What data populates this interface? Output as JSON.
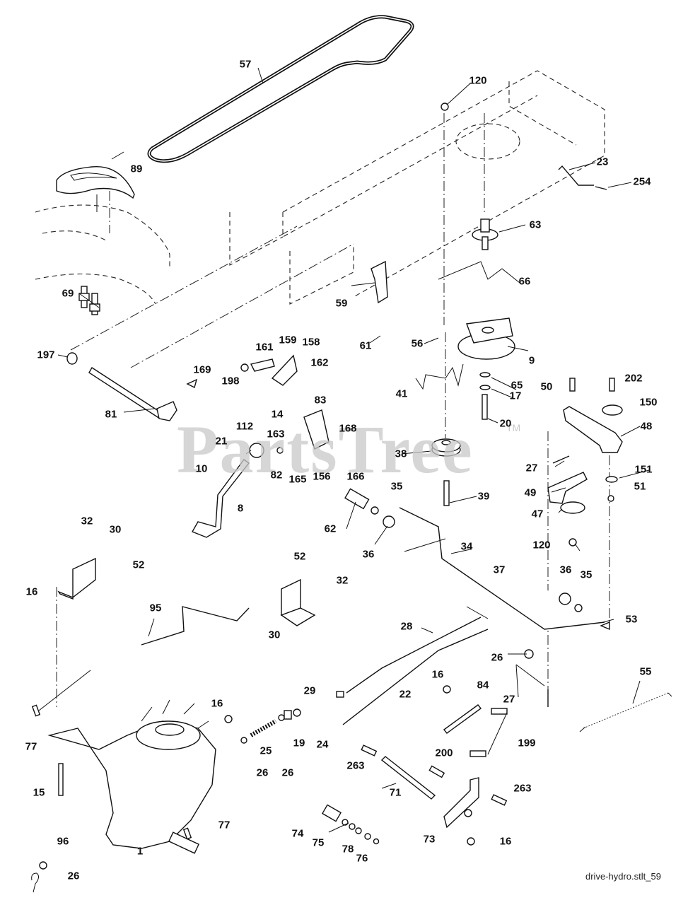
{
  "diagram": {
    "title": "drive-hydro.stlt_59",
    "watermark": "PartsTree",
    "watermark_mark": "TM",
    "subject": "Hydrostatic drive assembly exploded parts diagram",
    "callouts": [
      {
        "id": "57",
        "part": "drive belt"
      },
      {
        "id": "120",
        "part": "nut (top)"
      },
      {
        "id": "89",
        "part": "pedal pad"
      },
      {
        "id": "23",
        "part": "rod"
      },
      {
        "id": "254",
        "part": "screw"
      },
      {
        "id": "63",
        "part": "engine pulley"
      },
      {
        "id": "66",
        "part": "belt keeper wire"
      },
      {
        "id": "69",
        "part": "bolts"
      },
      {
        "id": "59",
        "part": "belt guide"
      },
      {
        "id": "61",
        "part": "bolt"
      },
      {
        "id": "56",
        "part": "bolt"
      },
      {
        "id": "9",
        "part": "clutch"
      },
      {
        "id": "197",
        "part": "bushing"
      },
      {
        "id": "161",
        "part": "bolt"
      },
      {
        "id": "159",
        "part": "link"
      },
      {
        "id": "158",
        "part": "bracket"
      },
      {
        "id": "169",
        "part": "clip"
      },
      {
        "id": "198",
        "part": "washer"
      },
      {
        "id": "162",
        "part": "nut"
      },
      {
        "id": "65",
        "part": "washer"
      },
      {
        "id": "17",
        "part": "washer"
      },
      {
        "id": "41",
        "part": "belt keeper"
      },
      {
        "id": "50",
        "part": "bolt"
      },
      {
        "id": "202",
        "part": "bolt"
      },
      {
        "id": "150",
        "part": "spacer"
      },
      {
        "id": "81",
        "part": "pedal shaft"
      },
      {
        "id": "14",
        "part": "washer"
      },
      {
        "id": "83",
        "part": "washer"
      },
      {
        "id": "112",
        "part": "bolt"
      },
      {
        "id": "20",
        "part": "bolt"
      },
      {
        "id": "48",
        "part": "idler arm"
      },
      {
        "id": "163",
        "part": "bracket"
      },
      {
        "id": "168",
        "part": "bolt"
      },
      {
        "id": "21",
        "part": "knob"
      },
      {
        "id": "38",
        "part": "idler pulley"
      },
      {
        "id": "82",
        "part": "nut"
      },
      {
        "id": "165",
        "part": "bracket"
      },
      {
        "id": "156",
        "part": "washer"
      },
      {
        "id": "166",
        "part": "screw"
      },
      {
        "id": "27",
        "part": "eye bolt"
      },
      {
        "id": "151",
        "part": "washer"
      },
      {
        "id": "10",
        "part": "pins"
      },
      {
        "id": "49",
        "part": "belt guide"
      },
      {
        "id": "51",
        "part": "nut"
      },
      {
        "id": "35",
        "part": "nut"
      },
      {
        "id": "8",
        "part": "lever"
      },
      {
        "id": "62",
        "part": "bushing"
      },
      {
        "id": "39",
        "part": "bolt"
      },
      {
        "id": "47",
        "part": "pulley"
      },
      {
        "id": "36",
        "part": "washer"
      },
      {
        "id": "32",
        "part": "bolts"
      },
      {
        "id": "30",
        "part": "bracket"
      },
      {
        "id": "52",
        "part": "nuts"
      },
      {
        "id": "16",
        "part": "nut"
      },
      {
        "id": "34",
        "part": "rod"
      },
      {
        "id": "37",
        "part": "pin"
      },
      {
        "id": "95",
        "part": "bypass rod"
      },
      {
        "id": "53",
        "part": "bushing"
      },
      {
        "id": "28",
        "part": "rod"
      },
      {
        "id": "26",
        "part": "washer"
      },
      {
        "id": "29",
        "part": "cap"
      },
      {
        "id": "22",
        "part": "rod"
      },
      {
        "id": "84",
        "part": "link"
      },
      {
        "id": "55",
        "part": "spring"
      },
      {
        "id": "77",
        "part": "key"
      },
      {
        "id": "25",
        "part": "spring"
      },
      {
        "id": "19",
        "part": "spacer"
      },
      {
        "id": "24",
        "part": "nut"
      },
      {
        "id": "199",
        "part": "bolts"
      },
      {
        "id": "263",
        "part": "screw"
      },
      {
        "id": "200",
        "part": "bolt"
      },
      {
        "id": "15",
        "part": "bolt"
      },
      {
        "id": "71",
        "part": "link"
      },
      {
        "id": "74",
        "part": "bushing"
      },
      {
        "id": "75",
        "part": "washers"
      },
      {
        "id": "78",
        "part": "washer"
      },
      {
        "id": "76",
        "part": "nut"
      },
      {
        "id": "73",
        "part": "bracket"
      },
      {
        "id": "96",
        "part": "hairpin"
      },
      {
        "id": "1",
        "part": "transaxle"
      }
    ]
  },
  "labels": [
    {
      "name": "callout-57",
      "text": "57"
    },
    {
      "name": "callout-120",
      "text": "120"
    },
    {
      "name": "callout-89",
      "text": "89"
    },
    {
      "name": "callout-23",
      "text": "23"
    },
    {
      "name": "callout-254",
      "text": "254"
    },
    {
      "name": "callout-63",
      "text": "63"
    },
    {
      "name": "callout-66",
      "text": "66"
    },
    {
      "name": "callout-69",
      "text": "69"
    },
    {
      "name": "callout-59",
      "text": "59"
    },
    {
      "name": "callout-61",
      "text": "61"
    },
    {
      "name": "callout-56",
      "text": "56"
    },
    {
      "name": "callout-9",
      "text": "9"
    },
    {
      "name": "callout-197",
      "text": "197"
    },
    {
      "name": "callout-161",
      "text": "161"
    },
    {
      "name": "callout-159",
      "text": "159"
    },
    {
      "name": "callout-158",
      "text": "158"
    },
    {
      "name": "callout-169",
      "text": "169"
    },
    {
      "name": "callout-198",
      "text": "198"
    },
    {
      "name": "callout-162",
      "text": "162"
    },
    {
      "name": "callout-65",
      "text": "65"
    },
    {
      "name": "callout-17",
      "text": "17"
    },
    {
      "name": "callout-41",
      "text": "41"
    },
    {
      "name": "callout-50",
      "text": "50"
    },
    {
      "name": "callout-202",
      "text": "202"
    },
    {
      "name": "callout-150",
      "text": "150"
    },
    {
      "name": "callout-81",
      "text": "81"
    },
    {
      "name": "callout-14",
      "text": "14"
    },
    {
      "name": "callout-83",
      "text": "83"
    },
    {
      "name": "callout-112",
      "text": "112"
    },
    {
      "name": "callout-20",
      "text": "20"
    },
    {
      "name": "callout-48",
      "text": "48"
    },
    {
      "name": "callout-163",
      "text": "163"
    },
    {
      "name": "callout-168",
      "text": "168"
    },
    {
      "name": "callout-21",
      "text": "21"
    },
    {
      "name": "callout-38",
      "text": "38"
    },
    {
      "name": "callout-82",
      "text": "82"
    },
    {
      "name": "callout-165",
      "text": "165"
    },
    {
      "name": "callout-156",
      "text": "156"
    },
    {
      "name": "callout-166",
      "text": "166"
    },
    {
      "name": "callout-27a",
      "text": "27"
    },
    {
      "name": "callout-151",
      "text": "151"
    },
    {
      "name": "callout-10",
      "text": "10"
    },
    {
      "name": "callout-49",
      "text": "49"
    },
    {
      "name": "callout-51",
      "text": "51"
    },
    {
      "name": "callout-35a",
      "text": "35"
    },
    {
      "name": "callout-8",
      "text": "8"
    },
    {
      "name": "callout-62",
      "text": "62"
    },
    {
      "name": "callout-39",
      "text": "39"
    },
    {
      "name": "callout-47",
      "text": "47"
    },
    {
      "name": "callout-36a",
      "text": "36"
    },
    {
      "name": "callout-120b",
      "text": "120"
    },
    {
      "name": "callout-32a",
      "text": "32"
    },
    {
      "name": "callout-30a",
      "text": "30"
    },
    {
      "name": "callout-52a",
      "text": "52"
    },
    {
      "name": "callout-16a",
      "text": "16"
    },
    {
      "name": "callout-52b",
      "text": "52"
    },
    {
      "name": "callout-32b",
      "text": "32"
    },
    {
      "name": "callout-34",
      "text": "34"
    },
    {
      "name": "callout-37",
      "text": "37"
    },
    {
      "name": "callout-36b",
      "text": "36"
    },
    {
      "name": "callout-35b",
      "text": "35"
    },
    {
      "name": "callout-95",
      "text": "95"
    },
    {
      "name": "callout-30b",
      "text": "30"
    },
    {
      "name": "callout-53",
      "text": "53"
    },
    {
      "name": "callout-28",
      "text": "28"
    },
    {
      "name": "callout-26a",
      "text": "26"
    },
    {
      "name": "callout-55",
      "text": "55"
    },
    {
      "name": "callout-16b",
      "text": "16"
    },
    {
      "name": "callout-84",
      "text": "84"
    },
    {
      "name": "callout-29",
      "text": "29"
    },
    {
      "name": "callout-22",
      "text": "22"
    },
    {
      "name": "callout-27b",
      "text": "27"
    },
    {
      "name": "callout-16c",
      "text": "16"
    },
    {
      "name": "callout-77a",
      "text": "77"
    },
    {
      "name": "callout-25",
      "text": "25"
    },
    {
      "name": "callout-19",
      "text": "19"
    },
    {
      "name": "callout-24",
      "text": "24"
    },
    {
      "name": "callout-199",
      "text": "199"
    },
    {
      "name": "callout-26b",
      "text": "26"
    },
    {
      "name": "callout-26c",
      "text": "26"
    },
    {
      "name": "callout-200",
      "text": "200"
    },
    {
      "name": "callout-263a",
      "text": "263"
    },
    {
      "name": "callout-15",
      "text": "15"
    },
    {
      "name": "callout-71",
      "text": "71"
    },
    {
      "name": "callout-263b",
      "text": "263"
    },
    {
      "name": "callout-77b",
      "text": "77"
    },
    {
      "name": "callout-74",
      "text": "74"
    },
    {
      "name": "callout-75",
      "text": "75"
    },
    {
      "name": "callout-1",
      "text": "1"
    },
    {
      "name": "callout-78",
      "text": "78"
    },
    {
      "name": "callout-73",
      "text": "73"
    },
    {
      "name": "callout-16d",
      "text": "16"
    },
    {
      "name": "callout-96",
      "text": "96"
    },
    {
      "name": "callout-76",
      "text": "76"
    },
    {
      "name": "callout-26d",
      "text": "26"
    }
  ]
}
